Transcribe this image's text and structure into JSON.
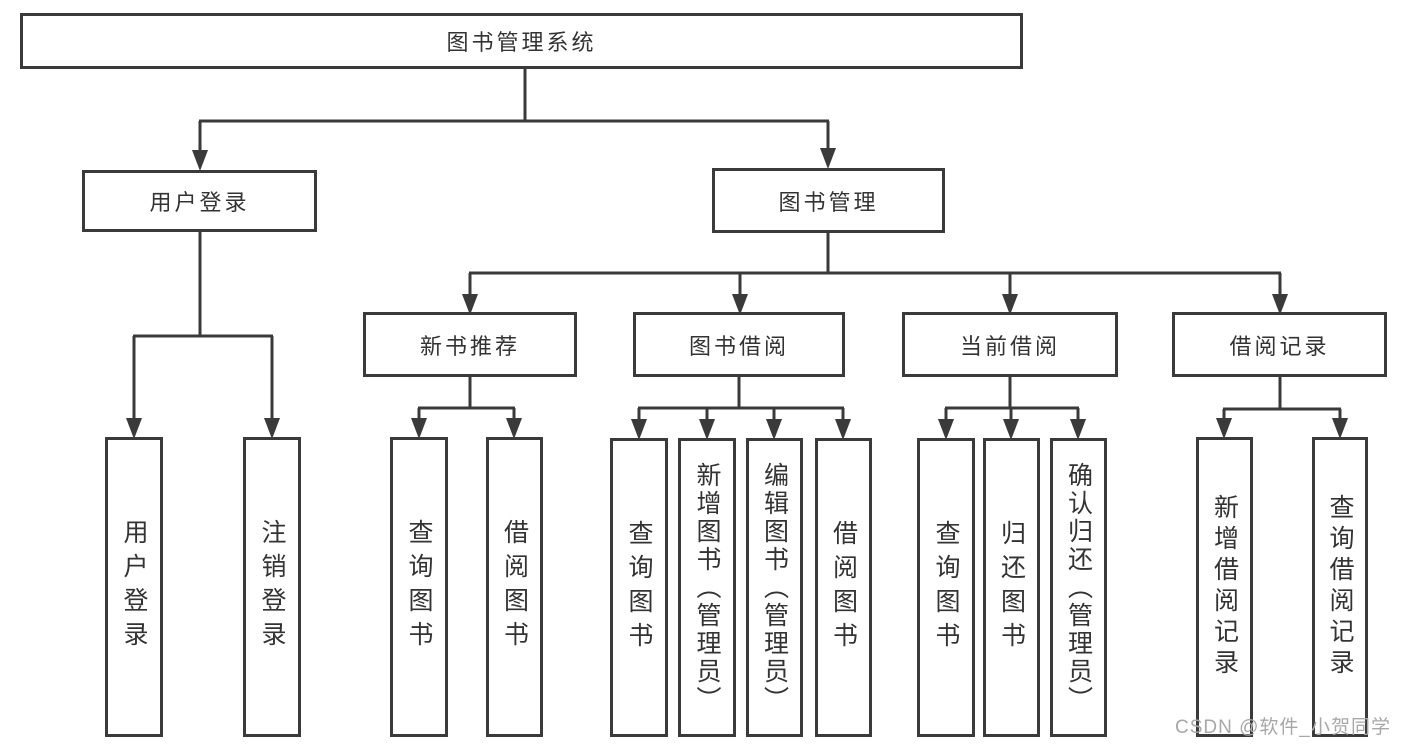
{
  "diagram_type": "hierarchy-tree",
  "tree": {
    "label": "图书管理系统",
    "children": [
      {
        "label": "用户登录",
        "children": [
          {
            "label": "用户登录"
          },
          {
            "label": "注销登录"
          }
        ]
      },
      {
        "label": "图书管理",
        "children": [
          {
            "label": "新书推荐",
            "children": [
              {
                "label": "查询图书"
              },
              {
                "label": "借阅图书"
              }
            ]
          },
          {
            "label": "图书借阅",
            "children": [
              {
                "label": "查询图书"
              },
              {
                "label": "新增图书（管理员）"
              },
              {
                "label": "编辑图书（管理员）"
              },
              {
                "label": "借阅图书"
              }
            ]
          },
          {
            "label": "当前借阅",
            "children": [
              {
                "label": "查询图书"
              },
              {
                "label": "归还图书"
              },
              {
                "label": "确认归还（管理员）"
              }
            ]
          },
          {
            "label": "借阅记录",
            "children": [
              {
                "label": "新增借阅记录"
              },
              {
                "label": "查询借阅记录"
              }
            ]
          }
        ]
      }
    ]
  },
  "watermark": {
    "text": "CSDN @软件_小贺同学"
  },
  "colors": {
    "line": "#3a3a3a",
    "box_border": "#3a3a3a",
    "text": "#333333",
    "watermark_text": "#a8a8a8",
    "background": "#ffffff"
  }
}
